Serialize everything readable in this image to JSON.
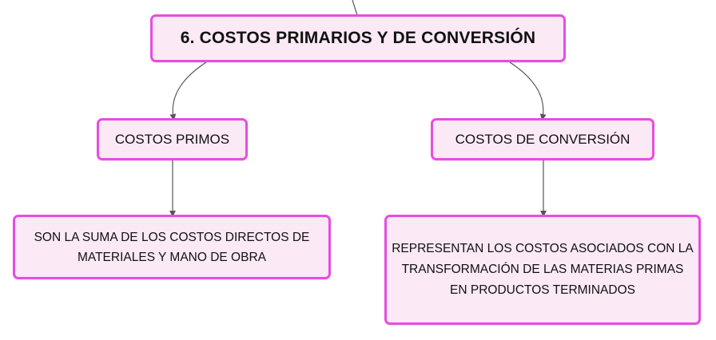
{
  "diagram": {
    "root": {
      "label": "6. COSTOS PRIMARIOS Y DE CONVERSIÓN"
    },
    "branches": [
      {
        "label": "COSTOS PRIMOS",
        "description": "SON LA SUMA DE LOS COSTOS DIRECTOS DE MATERIALES Y MANO DE OBRA"
      },
      {
        "label": "COSTOS DE CONVERSIÓN",
        "description": "REPRESENTAN LOS COSTOS ASOCIADOS CON LA TRANSFORMACIÓN DE LAS MATERIAS PRIMAS EN PRODUCTOS TERMINADOS"
      }
    ]
  },
  "colors": {
    "node_border": "#e54ee0",
    "node_fill": "#fbe9f6",
    "connector": "#555555",
    "text": "#111111"
  }
}
